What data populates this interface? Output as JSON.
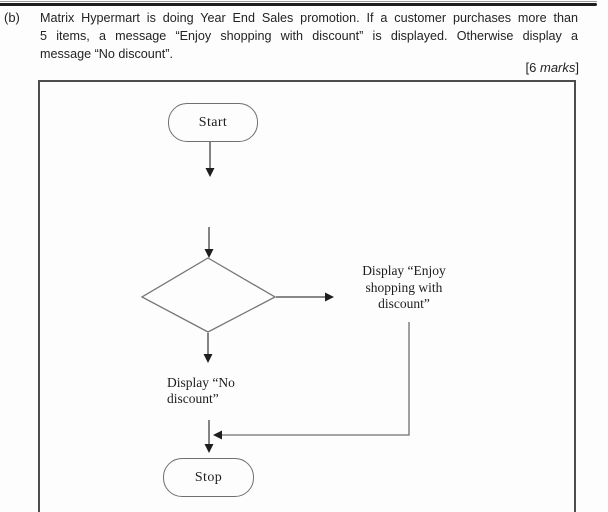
{
  "question": {
    "part_label": "(b)",
    "text_lines": [
      "Matrix Hypermart is doing Year End Sales promotion. If a customer purchases more than",
      "5 items, a message “Enjoy shopping with discount” is displayed. Otherwise display a",
      "message “No discount”."
    ],
    "marks_prefix": "[6 ",
    "marks_word": "marks",
    "marks_suffix": "]"
  },
  "flowchart": {
    "start_label": "Start",
    "stop_label": "Stop",
    "true_branch_label": "Display “Enjoy\nshopping with\ndiscount”",
    "false_branch_label": "Display “No\ndiscount”"
  },
  "colors": {
    "outline_gray": "#757575",
    "arrow_line": "#434343",
    "arrow_head": "#1e1e1e",
    "text": "#232323"
  }
}
